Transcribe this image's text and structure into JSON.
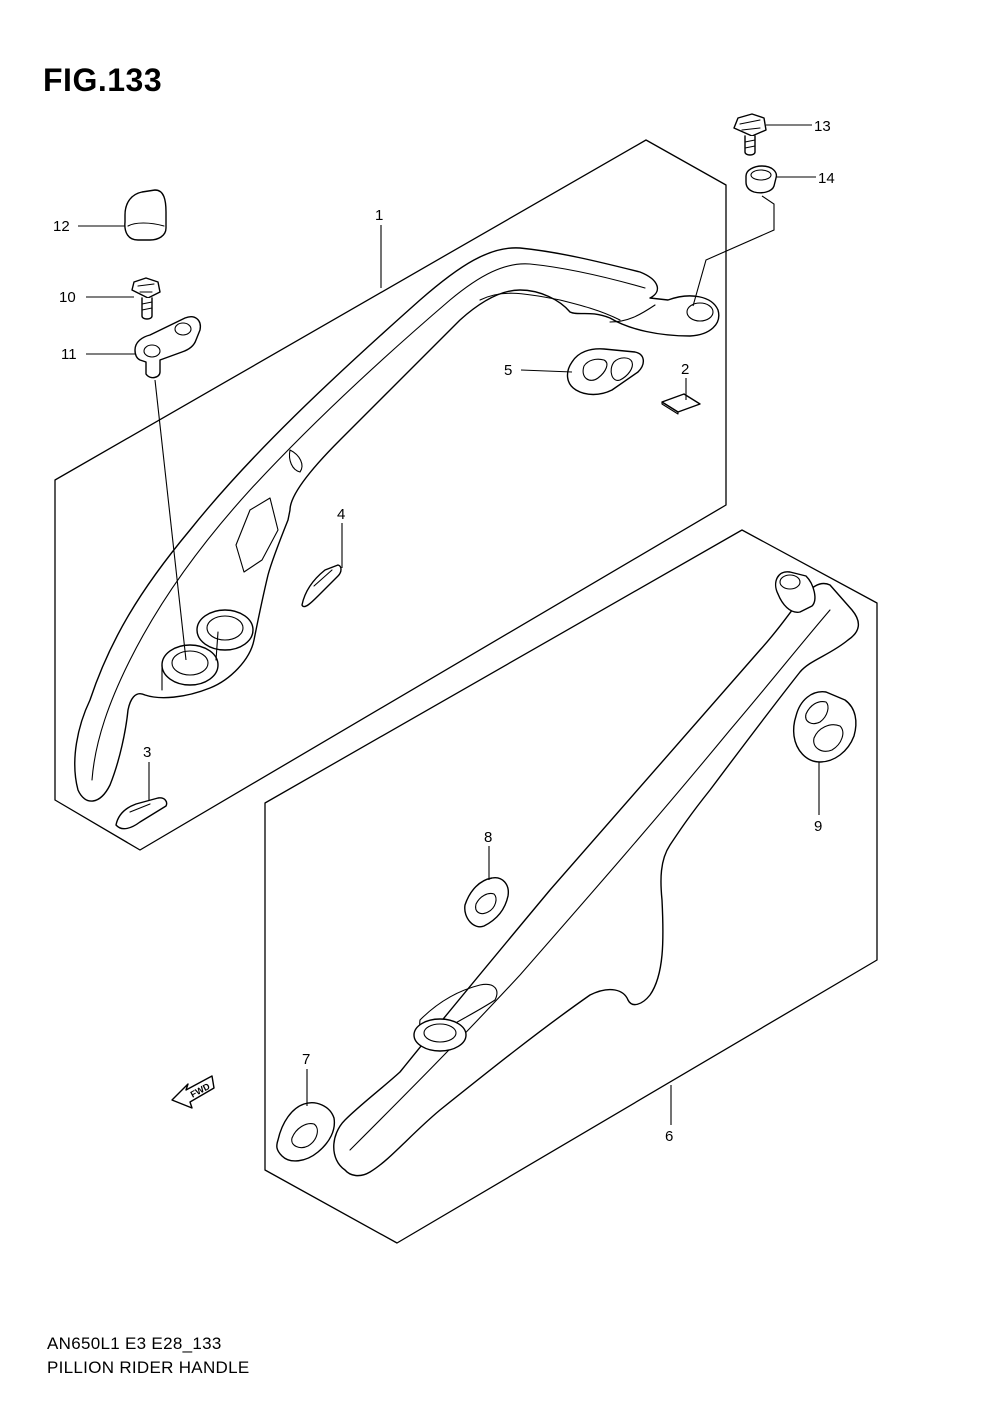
{
  "figure": {
    "title": "FIG.133",
    "code": "AN650L1 E3 E28_133",
    "name": "PILLION RIDER HANDLE"
  },
  "callouts": {
    "c1": "1",
    "c2": "2",
    "c3": "3",
    "c4": "4",
    "c5": "5",
    "c6": "6",
    "c7": "7",
    "c8": "8",
    "c9": "9",
    "c10": "10",
    "c11": "11",
    "c12": "12",
    "c13": "13",
    "c14": "14"
  },
  "direction_marker": {
    "label": "FWD",
    "icon": "forward-arrow-icon"
  }
}
